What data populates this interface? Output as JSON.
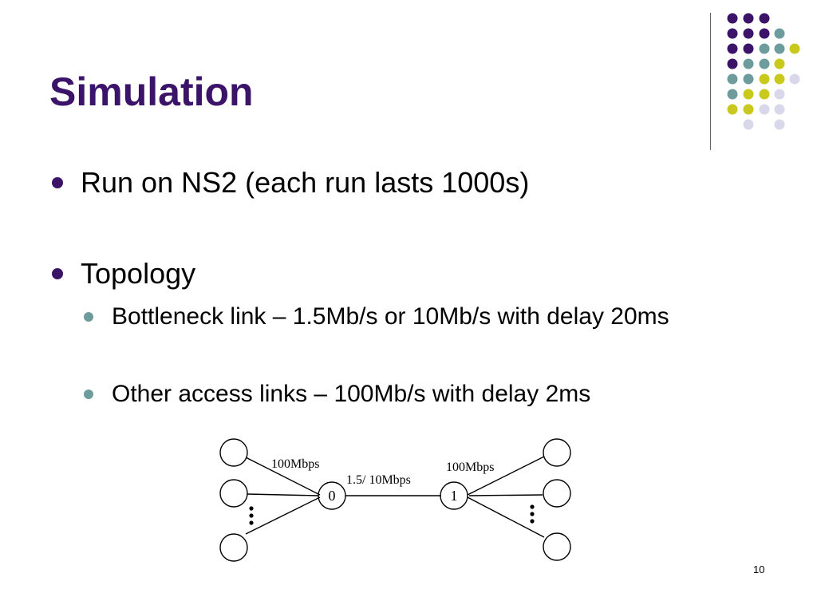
{
  "slide": {
    "title": "Simulation",
    "page_number": "10"
  },
  "bullets": [
    {
      "text": "Run on NS2 (each run lasts 1000s)"
    },
    {
      "text": "Topology",
      "sub": [
        {
          "text": "Bottleneck link – 1.5Mb/s or 10Mb/s with delay 20ms"
        },
        {
          "text": "Other access links – 100Mb/s with delay 2ms"
        }
      ]
    }
  ],
  "diagram": {
    "left_link_label": "100Mbps",
    "bottleneck_label": "1.5/ 10Mbps",
    "right_link_label": "100Mbps",
    "router_left_label": "0",
    "router_right_label": "1"
  },
  "colors": {
    "title": "#3b1469",
    "dark_purple": "#3b1469",
    "teal": "#6e9b9c",
    "yellow": "#c9c81d",
    "lavender": "#d9d8ea"
  }
}
